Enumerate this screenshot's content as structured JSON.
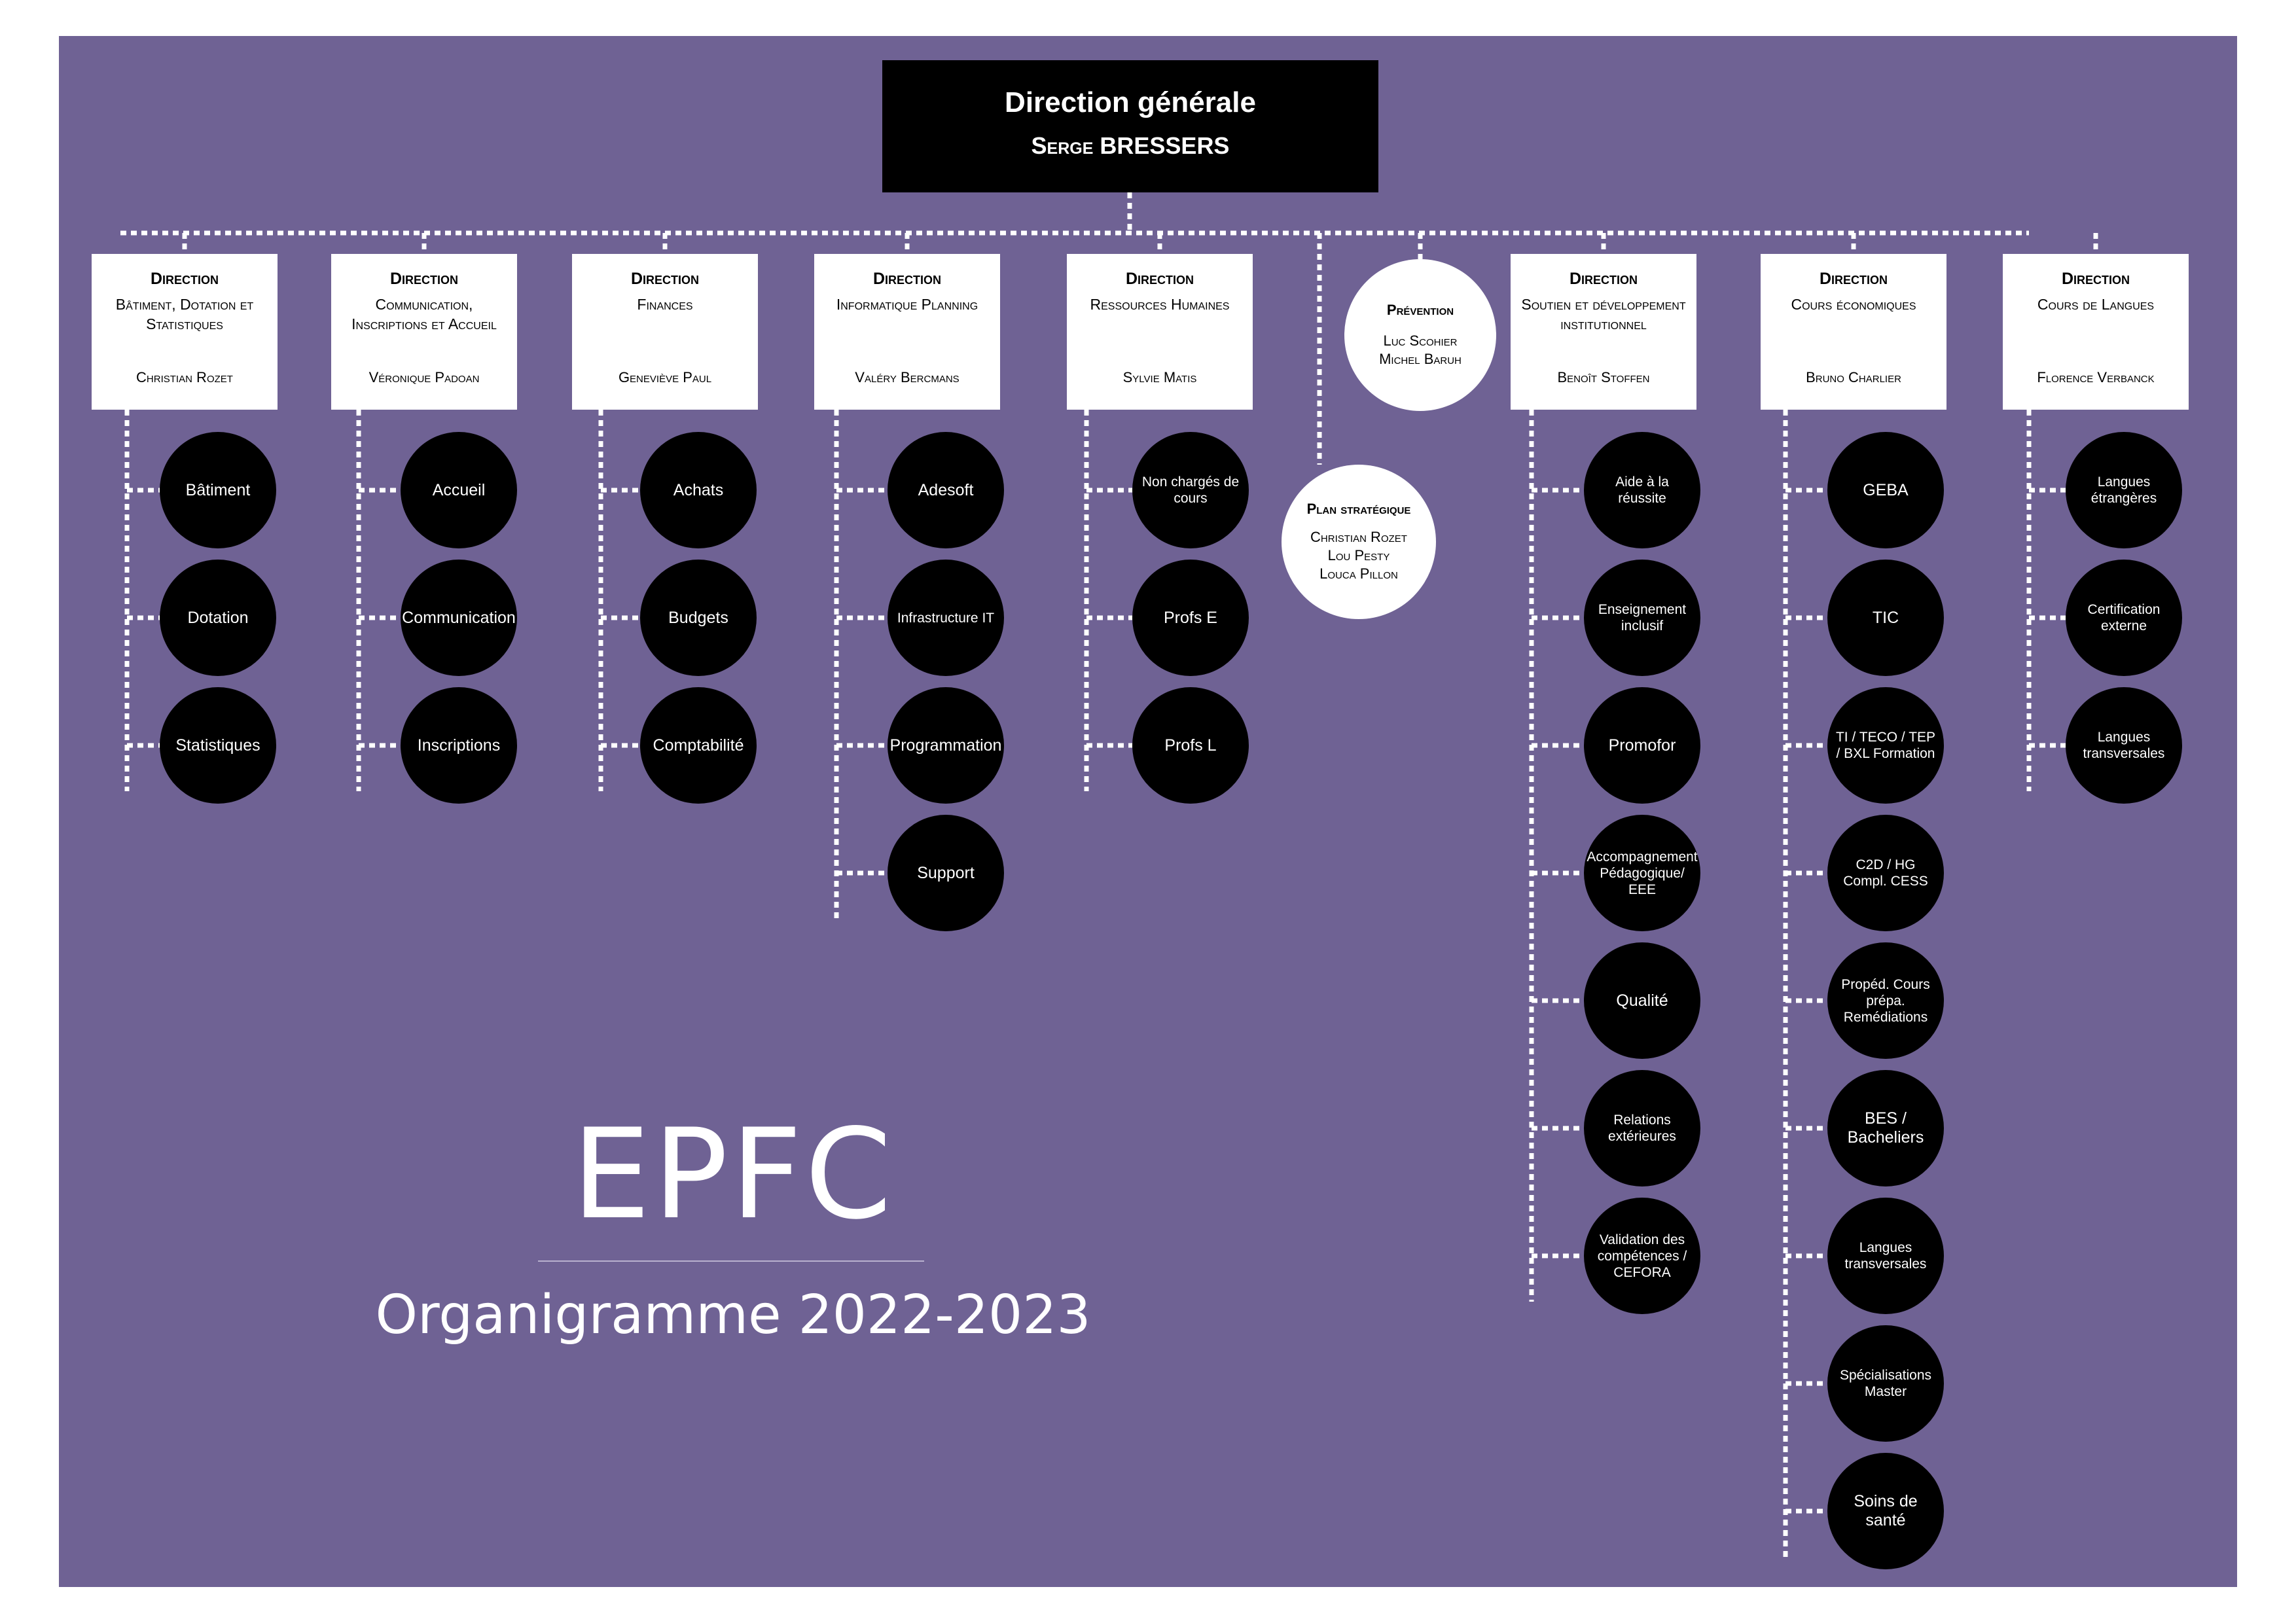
{
  "colors": {
    "background": "#6f6294",
    "box_dark": "#000000",
    "box_light": "#ffffff",
    "connector": "#ffffff"
  },
  "root": {
    "title": "Direction générale",
    "name": "Serge BRESSERS"
  },
  "departments": [
    {
      "head": "Direction",
      "name": "Bâtiment, Dotation et Statistiques",
      "person": "Christian Rozet",
      "children": [
        "Bâtiment",
        "Dotation",
        "Statistiques"
      ]
    },
    {
      "head": "Direction",
      "name": "Communication, Inscriptions et Accueil",
      "person": "Véronique Padoan",
      "children": [
        "Accueil",
        "Communication",
        "Inscriptions"
      ]
    },
    {
      "head": "Direction",
      "name": "Finances",
      "person": "Geneviève Paul",
      "children": [
        "Achats",
        "Budgets",
        "Comptabilité"
      ]
    },
    {
      "head": "Direction",
      "name": "Informatique  Planning",
      "person": "Valéry Bercmans",
      "children": [
        "Adesoft",
        "Infrastructure IT",
        "Programmation",
        "Support"
      ]
    },
    {
      "head": "Direction",
      "name": "Ressources Humaines",
      "person": "Sylvie Matis",
      "children": [
        "Non chargés de cours",
        "Profs E",
        "Profs L"
      ]
    },
    {
      "head": "Direction",
      "name": "Soutien et développement institutionnel",
      "person": "Benoît Stoffen",
      "children": [
        "Aide à la réussite",
        "Enseignement inclusif",
        "Promofor",
        "Accompagnement Pédagogique/ EEE",
        "Qualité",
        "Relations extérieures",
        "Validation des compétences / CEFORA"
      ]
    },
    {
      "head": "Direction",
      "name": "Cours économiques",
      "person": "Bruno Charlier",
      "children": [
        "GEBA",
        "TIC",
        "TI / TECO / TEP / BXL Formation",
        "C2D / HG Compl. CESS",
        "Propéd. Cours prépa. Remédiations",
        "BES / Bacheliers",
        "Langues transversales",
        "Spécialisations Master",
        "Soins de santé"
      ]
    },
    {
      "head": "Direction",
      "name": "Cours de Langues",
      "person": "Florence Verbanck",
      "children": [
        "Langues étrangères",
        "Certification externe",
        "Langues transversales"
      ]
    }
  ],
  "prevention": {
    "title": "Prévention",
    "people": [
      "Luc Scohier",
      "Michel Baruh"
    ]
  },
  "plan": {
    "title": "Plan stratégique",
    "people": [
      "Christian Rozet",
      "Lou Pesty",
      "Louca Pillon"
    ]
  },
  "brand": {
    "name": "EPFC",
    "subtitle": "Organigramme 2022-2023"
  }
}
